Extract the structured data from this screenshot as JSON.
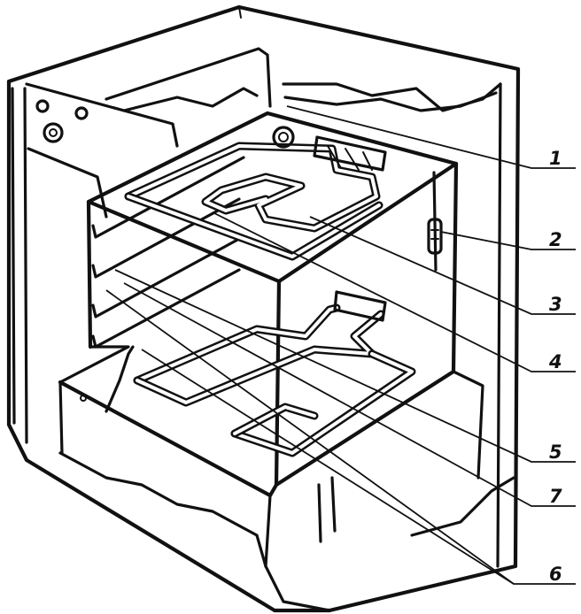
{
  "diagram": {
    "callouts": [
      {
        "id": "1",
        "label": "1"
      },
      {
        "id": "2",
        "label": "2"
      },
      {
        "id": "3",
        "label": "3"
      },
      {
        "id": "4",
        "label": "4"
      },
      {
        "id": "5",
        "label": "5"
      },
      {
        "id": "7",
        "label": "7"
      },
      {
        "id": "6",
        "label": "6"
      }
    ]
  }
}
